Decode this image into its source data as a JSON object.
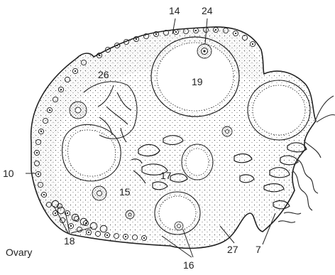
{
  "figure": {
    "caption": "Ovary",
    "labels": {
      "l14": "14",
      "l24": "24",
      "l26": "26",
      "l19": "19",
      "l17": "17",
      "l10": "10",
      "l15": "15",
      "l18": "18",
      "l16": "16",
      "l27": "27",
      "l7": "7"
    }
  }
}
